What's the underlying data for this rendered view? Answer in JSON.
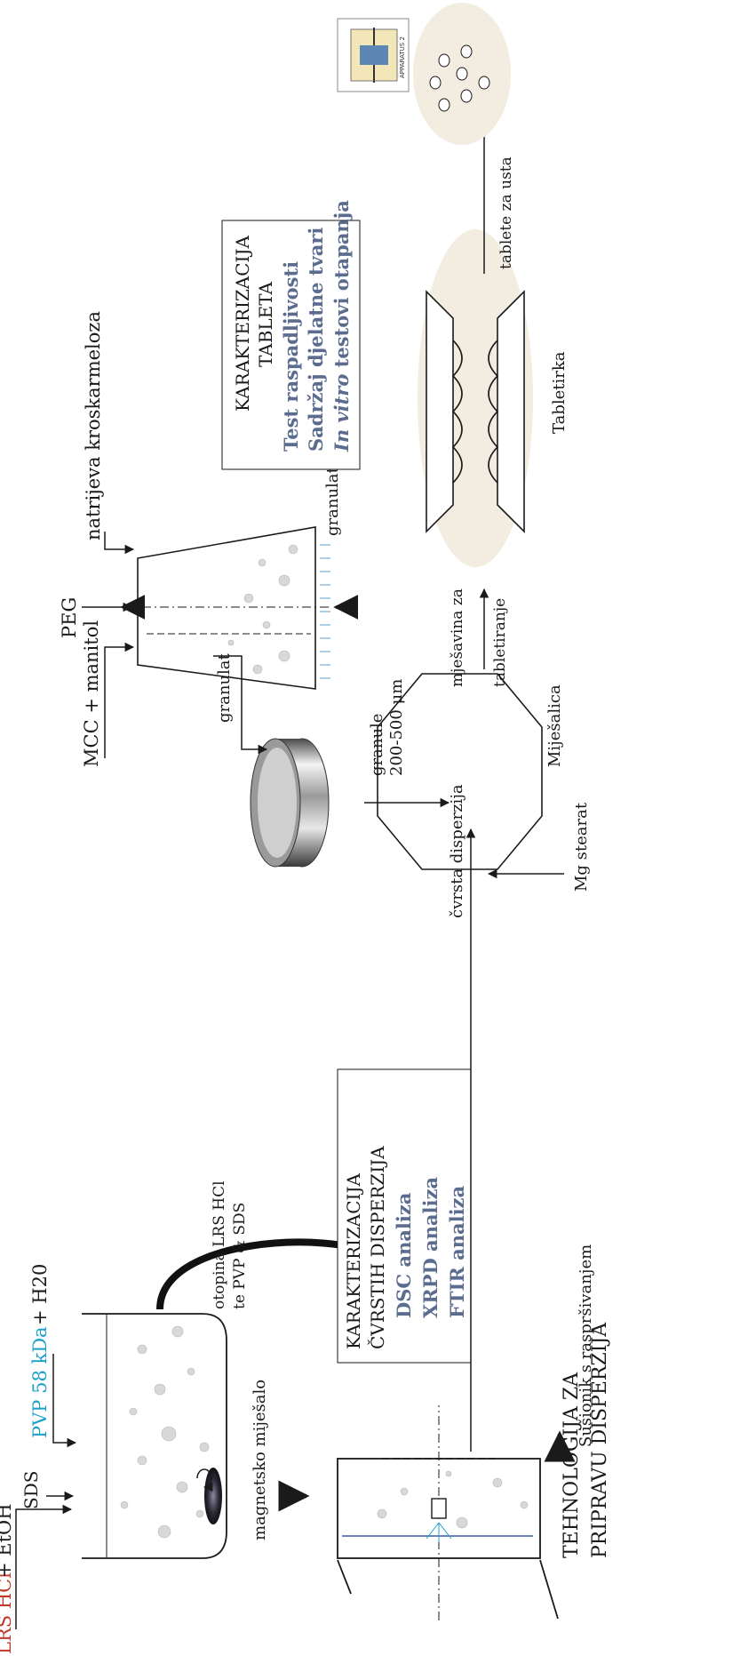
{
  "colors": {
    "ink": "#1a1a1a",
    "lrs_red": "#c0392b",
    "pvp_cyan": "#1aa0c8",
    "analysis_slate": "#5b6c8f",
    "accent_blue": "#7fb3d8",
    "highlight_cream": "#f3ece0"
  },
  "title": {
    "line1": "TEHNOLOGIJA ZA",
    "line2": "PRIPRAVU DISPERZIJA"
  },
  "inputs": {
    "lrs": "LRS HCl",
    "etoh": "+ EtOH",
    "sds": "SDS",
    "pvp": "PVP 58 kDa",
    "water": "+ H20"
  },
  "stirrer_label": "magnetsko miješalo",
  "solution_label": {
    "line1": "otopina LRS HCl",
    "line2": "te PVP & SDS"
  },
  "spray_dryer_label": "Sušionik s raspršivanjem",
  "solid_dispersion_characterization": {
    "title1": "KARAKTERIZACIJA",
    "title2": "ČVRSTIH DISPERZIJA",
    "items": [
      "DSC analiza",
      "XRPD analiza",
      "FTIR analiza"
    ]
  },
  "solid_dispersion_label": "čvrsta disperzija",
  "mg_stearate": "Mg stearat",
  "granulation": {
    "mcc": "MCC + manitol",
    "peg": "PEG",
    "ccs": "natrijeva kroskarmeloza",
    "granulator": "granulator s fluidiziranim slojem",
    "granulate": "granulat",
    "granules1": "granule",
    "granules2": "200-500 μm"
  },
  "mixer_label": "Miješalica",
  "blend_label": {
    "line1": "mješavina za",
    "line2": "tabletiranje"
  },
  "press_label": "Tabletirka",
  "odt_label": "tablete za usta",
  "tablet_characterization": {
    "title1": "KARAKTERIZACIJA",
    "title2": "TABLETA",
    "items": [
      "Test raspadljivosti",
      "Sadržaj djelatne tvari"
    ],
    "last_prefix": "In vitro",
    "last_rest": " testovi otapanja"
  },
  "dissolution_apparatus_text": "APPARATUS 2"
}
